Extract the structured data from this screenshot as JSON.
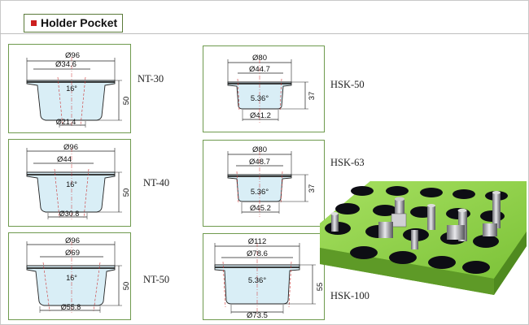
{
  "section_title": "Holder Pocket",
  "panels": [
    {
      "model": "NT-30",
      "outer_dia": "Ø96",
      "inner_dia": "Ø34.6",
      "angle": "16°",
      "height": "50",
      "bottom_dia": "Ø21.4"
    },
    {
      "model": "NT-40",
      "outer_dia": "Ø96",
      "inner_dia": "Ø44",
      "angle": "16°",
      "height": "50",
      "bottom_dia": "Ø30.8"
    },
    {
      "model": "NT-50",
      "outer_dia": "Ø96",
      "inner_dia": "Ø69",
      "angle": "16°",
      "height": "50",
      "bottom_dia": "Ø55.8"
    },
    {
      "model": "HSK-50",
      "outer_dia": "Ø80",
      "inner_dia": "Ø44.7",
      "angle": "5.36°",
      "height": "37",
      "bottom_dia": "Ø41.2"
    },
    {
      "model": "HSK-63",
      "outer_dia": "Ø80",
      "inner_dia": "Ø48.7",
      "angle": "5.36°",
      "height": "37",
      "bottom_dia": "Ø45.2"
    },
    {
      "model": "HSK-100",
      "outer_dia": "Ø112",
      "inner_dia": "Ø78.6",
      "angle": "5.36°",
      "height": "55",
      "bottom_dia": "Ø73.5"
    }
  ],
  "colors": {
    "panel_border": "#6f9a4e",
    "tray": "#8ccf4a",
    "pocket": "#0d0d14",
    "accent": "#cc1f1f"
  }
}
